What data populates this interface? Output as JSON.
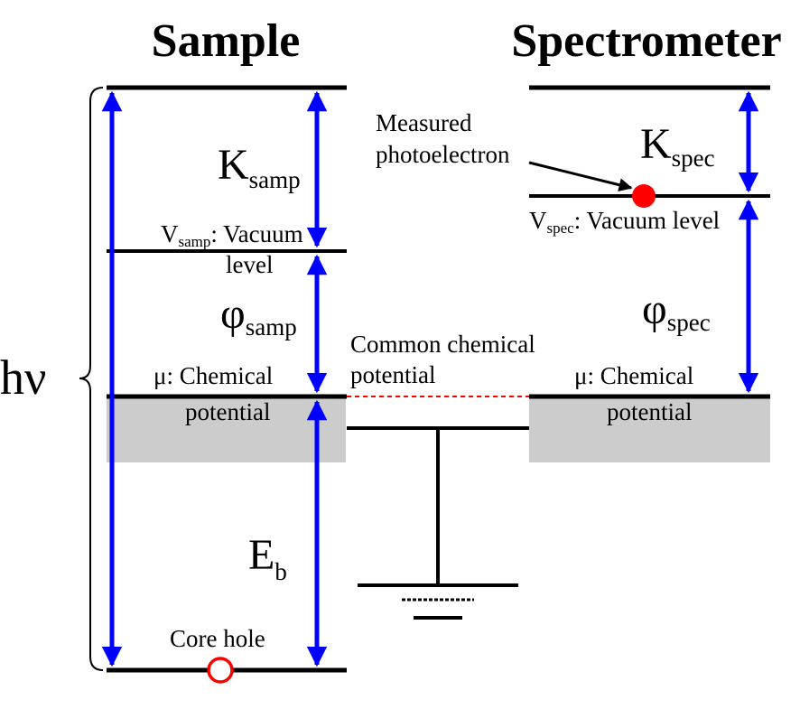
{
  "titles": {
    "sample": "Sample",
    "spectrometer": "Spectrometer"
  },
  "photon_energy": "hν",
  "sample": {
    "K_main": "K",
    "K_sub": "samp",
    "vacuum_sub": "samp",
    "vacuum_text": ": Vacuum",
    "vacuum_text_cont": "level",
    "phi_main": "φ",
    "phi_sub": "samp",
    "chem_text": "μ: Chemical",
    "chem_text_cont": "potential",
    "Eb_main": "E",
    "Eb_sub": "b",
    "core_hole": "Core hole"
  },
  "spectrometer": {
    "measured_line1": "Measured",
    "measured_line2": "photoelectron",
    "K_main": "K",
    "K_sub": "spec",
    "vacuum_sub": "spec",
    "vacuum_text": ": Vacuum level",
    "phi_main": "φ",
    "phi_sub": "spec",
    "chem_text": "μ: Chemical",
    "chem_text_cont": "potential"
  },
  "common_chem_line1": "Common chemical",
  "common_chem_line2": "potential",
  "vacuum_letter": "V",
  "colors": {
    "arrow": "#0000ff",
    "electron": "#ff0000",
    "band": "#cccccc",
    "line": "#000000",
    "dashed": "#ff0000"
  }
}
